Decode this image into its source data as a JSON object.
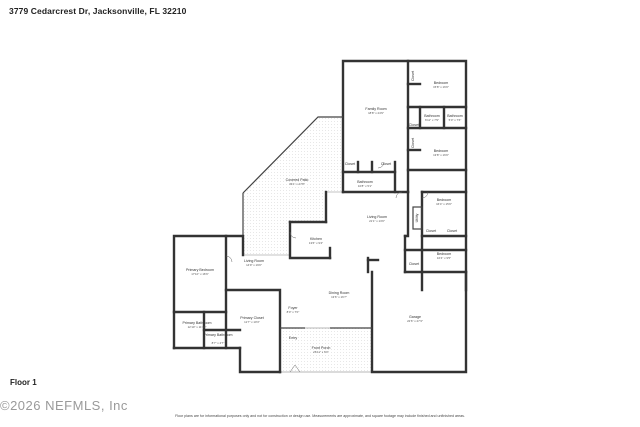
{
  "header": {
    "address": "3779 Cedarcrest Dr, Jacksonville, FL 32210"
  },
  "floor_label": "Floor 1",
  "watermark": "©2026 NEFMLS, Inc",
  "disclaimer": "Floor plans are for informational purposes only and not for construction or design use. Measurements are approximate, and square footage may include finished and unfinished areas.",
  "rooms": {
    "family_room": {
      "name": "Family Room",
      "dims": "18'8\" x 24'9\""
    },
    "bedroom_ne": {
      "name": "Bedroom",
      "dims": "15'8\" x 16'0\""
    },
    "bathroom_ne": {
      "name": "Bathroom",
      "dims": "6'11\" x 7'9\""
    },
    "bathroom_ne2": {
      "name": "Bathroom",
      "dims": "5'0\" x 7'6\""
    },
    "bedroom_e": {
      "name": "Bedroom",
      "dims": "13'8\" x 16'0\""
    },
    "closet_a": {
      "name": "Closet"
    },
    "closet_b": {
      "name": "Closet"
    },
    "closet_c": {
      "name": "Closet"
    },
    "closet_d": {
      "name": "Closet"
    },
    "closet_e": {
      "name": "Closet"
    },
    "closet_f": {
      "name": "Closet"
    },
    "closet_g": {
      "name": "Closet"
    },
    "closet_h": {
      "name": "Closet"
    },
    "bathroom_mid": {
      "name": "Bathroom",
      "dims": "10'8\" x 5'1\""
    },
    "covered_patio": {
      "name": "Covered Patio",
      "dims": "33'1\" x 27'8\""
    },
    "living_room_e": {
      "name": "Living Room",
      "dims": "21'1\" x 13'0\""
    },
    "bedroom_se1": {
      "name": "Bedroom",
      "dims": "16'4\" x 15'0\""
    },
    "kitchen": {
      "name": "Kitchen",
      "dims": "13'6\" x 9'4\""
    },
    "bedroom_se2": {
      "name": "Bedroom",
      "dims": "16'4\" x 9'5\""
    },
    "primary_bedroom": {
      "name": "Primary Bedroom",
      "dims": "17'10\" x 16'6\""
    },
    "living_room_w": {
      "name": "Living Room",
      "dims": "14'9\" x 19'0\""
    },
    "dining_room": {
      "name": "Dining Room",
      "dims": "13'6\" x 16'7\""
    },
    "garage": {
      "name": "Garage",
      "dims": "22'6\" x 27'3\""
    },
    "foyer": {
      "name": "Foyer",
      "dims": "8'0\" x 7'0\""
    },
    "primary_closet": {
      "name": "Primary Closet",
      "dims": "11'7\" x 10'3\""
    },
    "primary_bathroom": {
      "name": "Primary Bathroom",
      "dims": "12'10\" x 11'10\""
    },
    "primary_bathroom2": {
      "name": "Primary Bathroom",
      "dims": "8'7\" x 4'7\""
    },
    "entry": {
      "name": "Entry"
    },
    "front_porch": {
      "name": "Front Porch",
      "dims": "26'11\" x 6'0\""
    },
    "utility": {
      "name": "Utility"
    }
  }
}
